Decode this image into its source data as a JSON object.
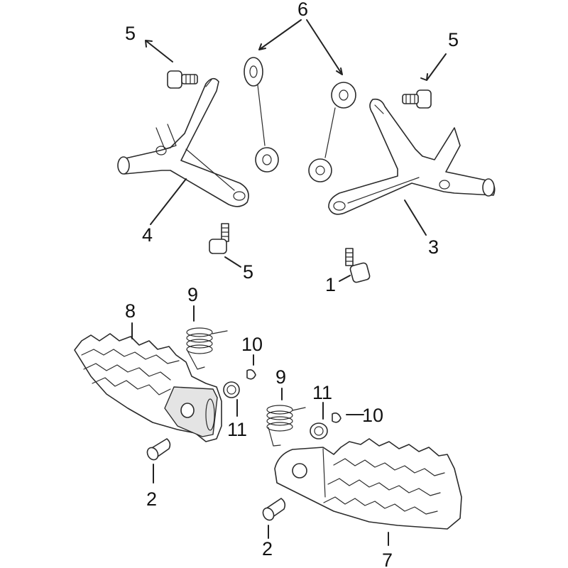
{
  "callouts": {
    "c1": "1",
    "c2a": "2",
    "c2b": "2",
    "c3": "3",
    "c4": "4",
    "c5a": "5",
    "c5b": "5",
    "c5c": "5",
    "c6": "6",
    "c7": "7",
    "c8": "8",
    "c9a": "9",
    "c9b": "9",
    "c10a": "10",
    "c10b": "10",
    "c11a": "11",
    "c11b": "11"
  }
}
